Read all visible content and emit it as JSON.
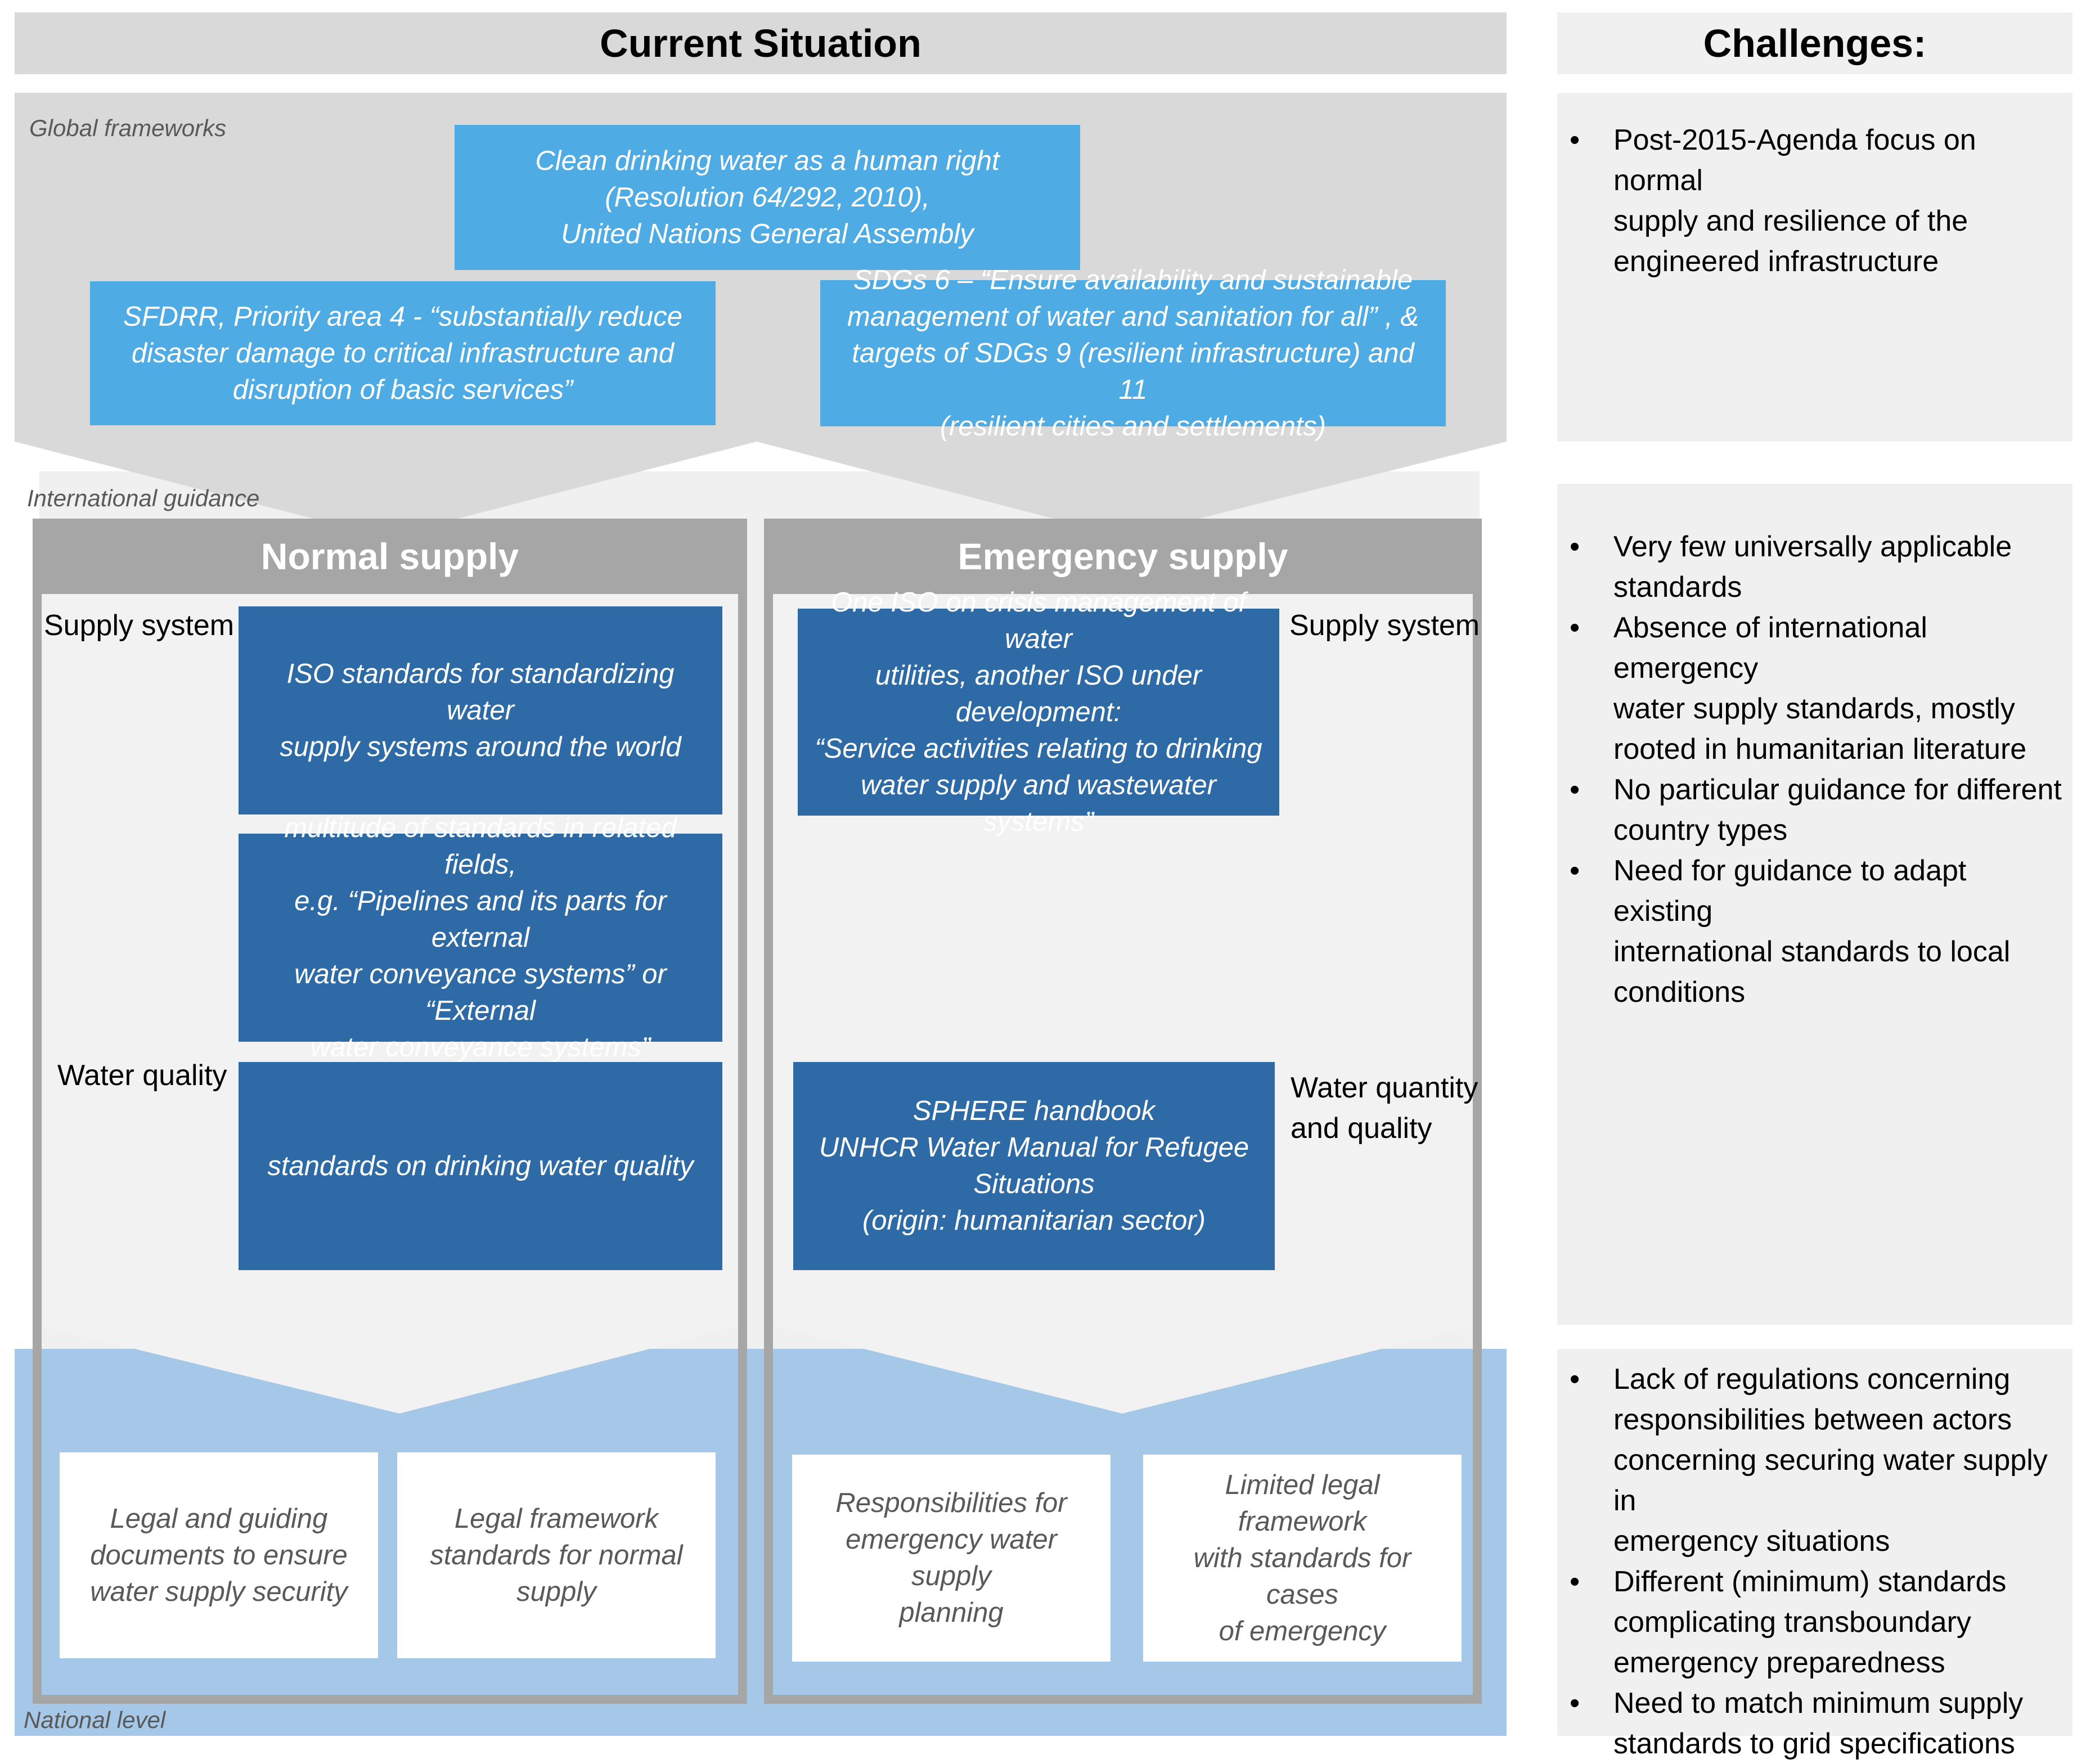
{
  "header": {
    "title": "Current Situation",
    "challenges_title": "Challenges:"
  },
  "levels": {
    "global": "Global frameworks",
    "international": "International guidance",
    "national": "National level"
  },
  "global_boxes": {
    "human_right": [
      "Clean drinking water as a human right",
      "(Resolution 64/292, 2010),",
      "United Nations General Assembly"
    ],
    "sfdrr": [
      "SFDRR, Priority area 4 - “substantially reduce",
      "disaster damage to critical infrastructure and",
      "disruption of basic services”"
    ],
    "sdgs": [
      "SDGs 6 – “Ensure availability and sustainable",
      "management of water and sanitation for all” , &",
      "targets of SDGs 9 (resilient infrastructure) and 11",
      "(resilient cities and settlements)"
    ]
  },
  "normal": {
    "title": "Normal supply",
    "supply_system_label": "Supply system",
    "water_quality_label": "Water quality",
    "iso_box": [
      "ISO standards for standardizing water",
      "supply systems around the world"
    ],
    "multitude_box": [
      "multitude of standards in related fields,",
      "e.g. “Pipelines and its parts for external",
      "water conveyance systems” or “External",
      "water conveyance systems”"
    ],
    "quality_box": [
      "standards on drinking water quality"
    ],
    "national_box_1": [
      "Legal and guiding",
      "documents to ensure",
      "water supply security"
    ],
    "national_box_2": [
      "Legal framework",
      "standards for normal",
      "supply"
    ]
  },
  "emergency": {
    "title": "Emergency supply",
    "supply_system_label": "Supply system",
    "water_qq_label": [
      "Water quantity",
      "and quality"
    ],
    "iso_box": [
      "One ISO on crisis management of water",
      "utilities, another ISO under development:",
      "“Service activities relating to drinking",
      "water supply and wastewater systems”"
    ],
    "sphere_box": [
      "SPHERE handbook",
      "UNHCR Water Manual for Refugee",
      "Situations",
      "(origin: humanitarian sector)"
    ],
    "national_box_1": [
      "Responsibilities for",
      "emergency water supply",
      "planning"
    ],
    "national_box_2": [
      "Limited legal framework",
      "with standards for cases",
      "of emergency"
    ]
  },
  "challenges": {
    "global": [
      [
        "Post-2015-Agenda focus on normal",
        "supply and resilience of the",
        "engineered infrastructure"
      ]
    ],
    "international": [
      [
        "Very few universally applicable",
        "standards"
      ],
      [
        "Absence of international emergency",
        "water supply standards, mostly",
        "rooted in humanitarian literature"
      ],
      [
        "No particular guidance for different",
        "country types"
      ],
      [
        "Need for guidance to adapt existing",
        "international standards to local",
        "conditions"
      ]
    ],
    "national": [
      [
        "Lack of regulations concerning",
        "responsibilities between actors",
        "concerning securing water supply in",
        "emergency situations"
      ],
      [
        "Different (minimum) standards",
        "complicating transboundary",
        "emergency preparedness"
      ],
      [
        "Need to match minimum supply",
        "standards to grid specifications"
      ]
    ]
  },
  "colors": {
    "header_gray": "#d9d9d9",
    "light_blue_box": "#4eabe4",
    "dark_blue_box": "#2e6ba6",
    "national_band": "#a6c8e8",
    "panel_gray": "#a6a6a6",
    "panel_inner": "#f2f2f2"
  }
}
